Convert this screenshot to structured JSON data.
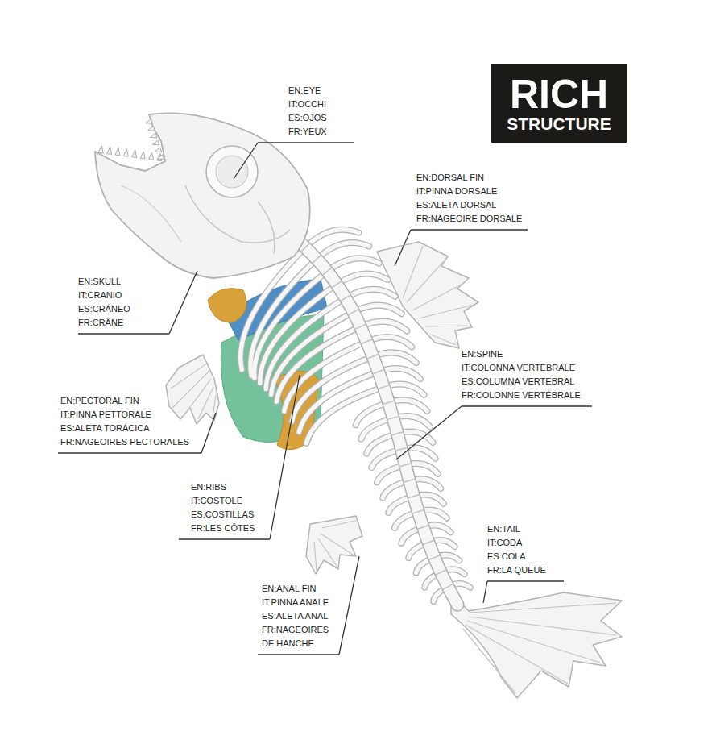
{
  "diagram": {
    "nodes": [
      {
        "text": [
          "RICH",
          "STRUCTURE"
        ]
      }
    ],
    "labels": [
      "EN:EYE",
      "IT:OCCHI",
      "ES:OJOS",
      "FR:YEUX",
      "EN:DORSAL FIN",
      "IT:PINNA DORSALE",
      "ES:ALETA DORSAL",
      "FR:NAGEOIRE DORSALE",
      "EN:SKULL",
      "IT:CRANIO",
      "ES:CRÁNEO",
      "FR:CRÂNE",
      "EN:SPINE",
      "IT:COLONNA VERTEBRALE",
      "ES:COLUMNA VERTEBRAL",
      "FR:COLONNE VERTÉBRALE",
      "EN:PECTORAL FIN",
      "IT:PINNA PETTORALE",
      "ES:ALETA TORÁCICA",
      "FR:NAGEOIRES PECTORALES",
      "EN:RIBS",
      "IT:COSTOLE",
      "ES:COSTILLAS",
      "FR:LES CÔTES",
      "EN:TAIL",
      "IT:CODA",
      "ES:COLA",
      "FR:LA QUEUE",
      "EN:ANAL FIN",
      "IT:PINNA ANALE",
      "ES:ALETA ANAL",
      "FR:NAGEOIRES DE HANCHE"
    ]
  }
}
